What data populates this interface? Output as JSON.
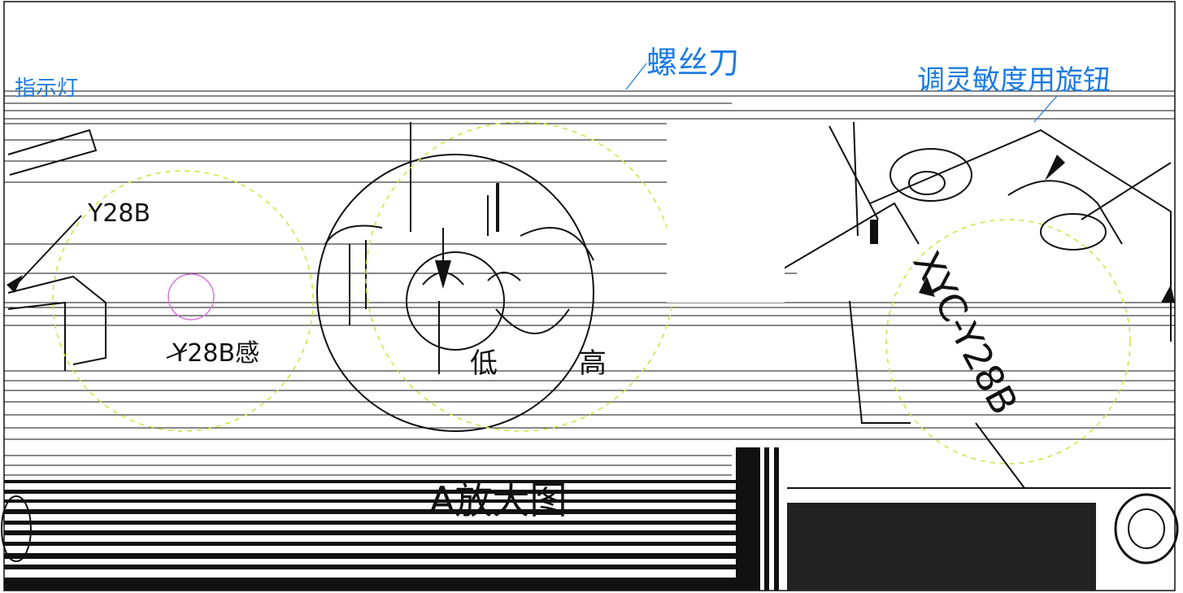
{
  "labels": {
    "screwdriver": "螺丝刀",
    "sensitivity_knob": "调灵敏度用旋钮",
    "indicator_light": "指示灯",
    "sensor_top": "Y28B",
    "sensor_side": "Y28B感",
    "magnified_view": "A放大图",
    "dial_low": "低",
    "dial_high": "高",
    "model_text": "XYC-Y28B"
  },
  "colors": {
    "annotation": "#1e7be0",
    "linework": "#111111",
    "guide": "#c8e63c",
    "magenta": "#d77ad7"
  }
}
